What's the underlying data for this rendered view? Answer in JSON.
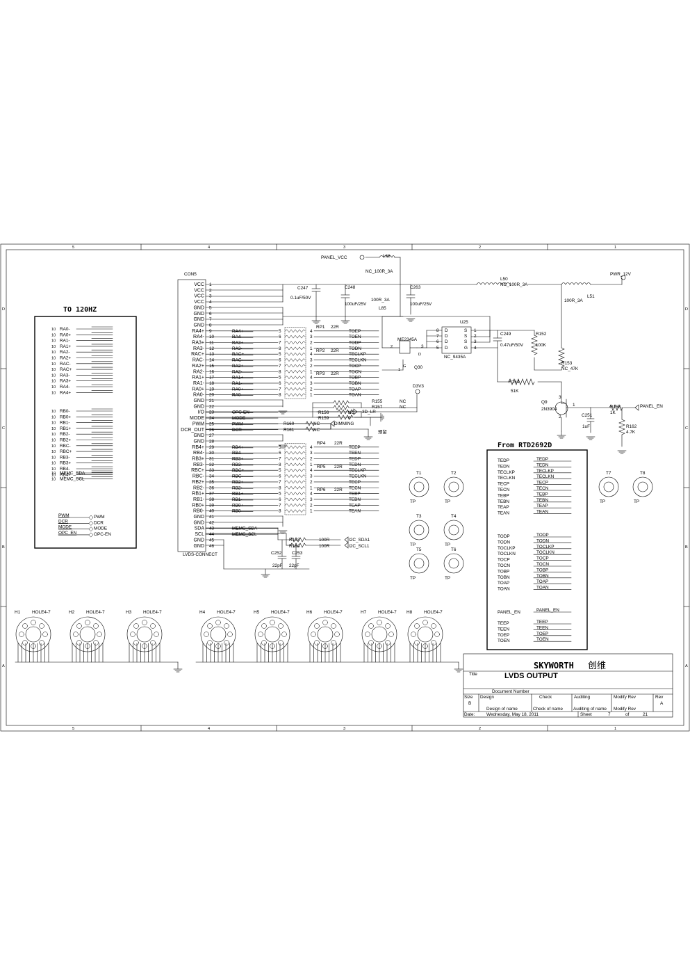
{
  "frame": {
    "top_ruler": [
      "5",
      "4",
      "3",
      "2",
      "1"
    ],
    "bottom_ruler": [
      "5",
      "4",
      "3",
      "2",
      "1"
    ],
    "left_ruler": [
      "D",
      "C",
      "B",
      "A"
    ],
    "right_ruler": [
      "D",
      "C",
      "B",
      "A"
    ]
  },
  "connector": {
    "ref": "CON5",
    "footer": "LVDS-CONNECT",
    "pin_names": [
      "VCC",
      "VCC",
      "VCC",
      "VCC",
      "GND",
      "GND",
      "GND",
      "GND",
      "RA4+",
      "RA4-",
      "RA3+",
      "RA3-",
      "RAC+",
      "RAC-",
      "RA2+",
      "RA2-",
      "RA1+",
      "RA1-",
      "RA0+",
      "RA0-",
      "GND",
      "GND",
      "I/O",
      "MODE",
      "PWM",
      "DCR_OUT",
      "GND",
      "GND",
      "RB4+",
      "RB4-",
      "RB3+",
      "RB3-",
      "RBC+",
      "RBC-",
      "RB2+",
      "RB2-",
      "RB1+",
      "RB1-",
      "RB0+",
      "RB0-",
      "GND",
      "GND",
      "SDA",
      "SCL",
      "GND",
      "GND"
    ],
    "pin_numbers": [
      "1",
      "2",
      "3",
      "4",
      "5",
      "6",
      "7",
      "8",
      "9",
      "10",
      "11",
      "12",
      "13",
      "14",
      "15",
      "16",
      "17",
      "18",
      "19",
      "20",
      "21",
      "22",
      "23",
      "24",
      "25",
      "26",
      "27",
      "28",
      "29",
      "30",
      "31",
      "32",
      "33",
      "34",
      "35",
      "36",
      "37",
      "38",
      "39",
      "40",
      "41",
      "42",
      "43",
      "44",
      "45",
      "46"
    ],
    "net_labels": {
      "9": "RA4+",
      "10": "RA4-",
      "11": "RA3+",
      "12": "RA3-",
      "13": "RAC+",
      "14": "RAC-",
      "15": "RA2+",
      "16": "RA2-",
      "17": "RA1+",
      "18": "RA1-",
      "19": "RA0+",
      "20": "RA0-",
      "23": "OPC-EN",
      "24": "MODE",
      "25": "PWM",
      "26": "DCR",
      "29": "RB4+",
      "30": "RB4-",
      "31": "RB3+",
      "32": "RB3-",
      "33": "RBC+",
      "34": "RBC-",
      "35": "RB2+",
      "36": "RB2-",
      "37": "RB1+",
      "38": "RB1-",
      "39": "RB0+",
      "40": "RB0-",
      "43": "MEMC_SDA",
      "44": "MEMC_SCL"
    }
  },
  "resistor_packs": {
    "groupA": {
      "left_pins": [
        "5",
        "6",
        "7",
        "8",
        "5",
        "6",
        "7",
        "8",
        "5",
        "6",
        "7",
        "8"
      ],
      "right_pins": [
        "4",
        "3",
        "2",
        "1",
        "4",
        "3",
        "2",
        "1",
        "4",
        "3",
        "2",
        "1"
      ],
      "outputs": [
        "TOEP",
        "TOEN",
        "TODP",
        "TODN",
        "TECLKP",
        "TECLKN",
        "TOCP",
        "TOCN",
        "TOBP",
        "TOBN",
        "TOAP",
        "TOAN"
      ],
      "refs": [
        {
          "ref": "RP1",
          "value": "22R"
        },
        {
          "ref": "RP2",
          "value": "22R"
        },
        {
          "ref": "RP3",
          "value": "22R"
        }
      ]
    },
    "groupB": {
      "left_pins": [
        "5",
        "6",
        "7",
        "8",
        "5",
        "6",
        "7",
        "8",
        "5",
        "6",
        "7",
        "8"
      ],
      "right_pins": [
        "4",
        "3",
        "2",
        "1",
        "4",
        "3",
        "2",
        "1",
        "4",
        "3",
        "2",
        "1"
      ],
      "outputs": [
        "TEEP",
        "TEEN",
        "TEDP",
        "TEDN",
        "TECLKP",
        "TECLKN",
        "TECP",
        "TECN",
        "TEBP",
        "TEBN",
        "TEAP",
        "TEAN"
      ],
      "refs": [
        {
          "ref": "RP4",
          "value": "22R"
        },
        {
          "ref": "RP5",
          "value": "22R"
        },
        {
          "ref": "RP6",
          "value": "22R"
        }
      ]
    }
  },
  "to120hz": {
    "title": "TO 120HZ",
    "pin_number": "10",
    "group1": [
      "RA0-",
      "RA0+",
      "RA1-",
      "RA1+",
      "RA2-",
      "RA2+",
      "RAC-",
      "RAC+",
      "RA3-",
      "RA3+",
      "RA4-",
      "RA4+"
    ],
    "group2": [
      "RB0-",
      "RB0+",
      "RB1-",
      "RB1+",
      "RB2-",
      "RB2+",
      "RBC-",
      "RBC+",
      "RB3-",
      "RB3+",
      "RB4-",
      "RB4+"
    ],
    "group3": [
      "MEMC_SDA",
      "MEMC_SCL"
    ],
    "ports": [
      {
        "net": "PWM",
        "label": "PWM"
      },
      {
        "net": "DCR",
        "label": "DCR"
      },
      {
        "net": "MODE",
        "label": "MODE"
      },
      {
        "net": "OPC_EN",
        "label": "OPC-EN"
      }
    ]
  },
  "rtd": {
    "title": "From RTD2692D",
    "group1": [
      "TEDP",
      "TEDN",
      "TECLKP",
      "TECLKN",
      "TECP",
      "TECN",
      "TEBP",
      "TEBN",
      "TEAP",
      "TEAN"
    ],
    "group2": [
      "TODP",
      "TODN",
      "TOCLKP",
      "TOCLKN",
      "TOCP",
      "TOCN",
      "TOBP",
      "TOBN",
      "TOAP",
      "TOAN"
    ],
    "panel_en": "PANEL_EN",
    "group3": [
      "TEEP",
      "TEEN",
      "TOEP",
      "TOEN"
    ]
  },
  "power": {
    "panel_vcc": "PANEL_VCC",
    "pwr_12v": "PWR_12V",
    "d3v3": "D3V3",
    "panel_en": "PANEL_EN",
    "labels": {
      "L66": "L66",
      "L66v": "NC_100R_3A",
      "L50": "L50",
      "L50v": "NC_100R_3A",
      "L51": "L51",
      "L51v": "100R_3A",
      "L85": "L85",
      "L85v": "100R_3A",
      "C247": "C247",
      "C247v": "0.1uF/50V",
      "C248": "C248",
      "C248v": "100uF/25V",
      "C263": "C263",
      "C263v": "100uF/25V",
      "C249": "C249",
      "C249v": "0.47uF/50V",
      "U25": "U25",
      "U25v": "NC_9435A",
      "Q30": "Q30",
      "Q30v": "ME2345A",
      "R152": "R152",
      "R152v": "100K",
      "R153": "R153",
      "R153v": "NC_47K",
      "R154": "R154",
      "R154v": "51K",
      "Q9": "Q9",
      "Q9v": "2N3904",
      "R158": "R158",
      "R158v": "1K",
      "R162": "R162",
      "R162v": "4.7K",
      "C251": "C251",
      "C251v": "1uF",
      "R155": "R155",
      "R157": "R157",
      "R155v": "NC",
      "R157v": "NC",
      "R156": "R156",
      "R159": "R159",
      "R156v": "NC",
      "R159v": "0",
      "n3dlr": "3D_LR",
      "R160": "R160",
      "R161": "R161",
      "R160v": "NC",
      "R161v": "NC",
      "dimming": "DIMMING",
      "reserved": "预留",
      "R163": "R163",
      "R164": "R164",
      "R163v": "100R",
      "R164v": "100R",
      "i2c_sda": "I2C_SDA1",
      "i2c_scl": "I2C_SCL1",
      "C252": "C252",
      "C253": "C253",
      "C252v": "22pF",
      "C253v": "22pF",
      "u25_pins": {
        "p8": "8",
        "p7": "7",
        "p6": "6",
        "p5": "5",
        "p1": "1",
        "p2": "2",
        "p3": "3",
        "p4": "4",
        "D": "D",
        "S": "S",
        "G": "G"
      },
      "q30_pins": {
        "p1": "1",
        "p2": "2",
        "p3": "3",
        "g": "G",
        "d": "D"
      },
      "q9_pins": {
        "p1": "1",
        "p2": "2",
        "p3": "3"
      },
      "v": "V"
    }
  },
  "testpoints": [
    {
      "ref": "T1",
      "label": "TP"
    },
    {
      "ref": "T2",
      "label": "TP"
    },
    {
      "ref": "T3",
      "label": "TP"
    },
    {
      "ref": "T4",
      "label": "TP"
    },
    {
      "ref": "T5",
      "label": "TP"
    },
    {
      "ref": "T6",
      "label": "TP"
    },
    {
      "ref": "T7",
      "label": "TP"
    },
    {
      "ref": "T8",
      "label": "TP"
    }
  ],
  "holes": [
    {
      "ref": "H1",
      "value": "HOLE4-7"
    },
    {
      "ref": "H2",
      "value": "HOLE4-7"
    },
    {
      "ref": "H3",
      "value": "HOLE4-7"
    },
    {
      "ref": "H4",
      "value": "HOLE4-7"
    },
    {
      "ref": "H5",
      "value": "HOLE4-7"
    },
    {
      "ref": "H6",
      "value": "HOLE4-7"
    },
    {
      "ref": "H7",
      "value": "HOLE4-7"
    },
    {
      "ref": "H8",
      "value": "HOLE4-7"
    }
  ],
  "title_block": {
    "company": "SKYWORTH",
    "company_cn": "创维",
    "title_label": "Title",
    "title": "LVDS OUTPUT",
    "doc_number_label": "Document Number",
    "size_label": "Size",
    "size": "B",
    "design": "Design",
    "check": "Check",
    "auditing": "Auditing",
    "modify_rev": "Modify Rev",
    "rev_label": "Rev",
    "rev": "A",
    "design_name": "Design of name",
    "check_name": "Check  of  name",
    "auditing_name": "Auditing of name",
    "modify_rev2": "Modify Rev",
    "date_label": "Date:",
    "date": "Wednesday, May 18, 2011",
    "sheet_label": "Sheet",
    "sheet": "7",
    "of_label": "of",
    "total": "21"
  }
}
